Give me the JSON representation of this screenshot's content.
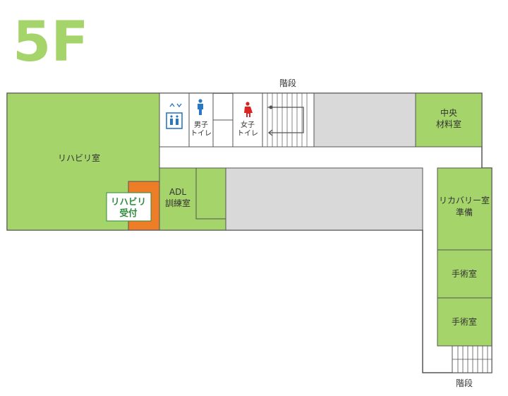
{
  "floor": "5F",
  "colors": {
    "room": "#a5d46a",
    "corridor": "#ffffff",
    "restricted": "#d9d9d9",
    "reception": "#ee7d27",
    "outline": "#555555",
    "title": "#a5d46a",
    "reception_text": "#2e8b3a"
  },
  "rooms": {
    "rehab": "リハビリ室",
    "adl_line1": "ADL",
    "adl_line2": "訓練室",
    "reception_line1": "リハビリ",
    "reception_line2": "受付",
    "supply_line1": "中央",
    "supply_line2": "材料室",
    "recovery_line1": "リカバリー室",
    "recovery_line2": "準備",
    "or1": "手術室",
    "or2": "手術室",
    "male_wc_line1": "男子",
    "male_wc_line2": "トイレ",
    "female_wc_line1": "女子",
    "female_wc_line2": "トイレ",
    "stairs_top": "階段",
    "stairs_bottom": "階段"
  },
  "icons": {
    "elevator": "elevator-icon",
    "male": "male-icon",
    "female": "female-icon"
  }
}
